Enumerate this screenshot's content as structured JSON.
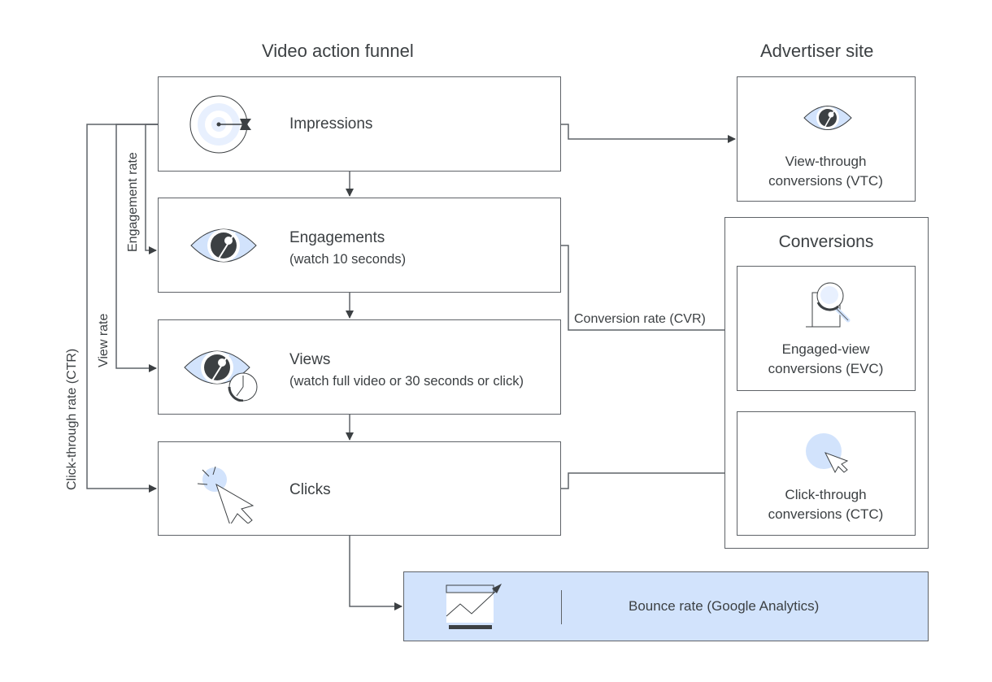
{
  "headings": {
    "funnel": "Video action funnel",
    "advertiser": "Advertiser site"
  },
  "funnel": [
    {
      "id": "impressions",
      "title": "Impressions",
      "subtitle": "",
      "icon": "target-icon"
    },
    {
      "id": "engagements",
      "title": "Engagements",
      "subtitle": "(watch 10 seconds)",
      "icon": "eye-icon"
    },
    {
      "id": "views",
      "title": "Views",
      "subtitle": "(watch full video or 30 seconds or click)",
      "icon": "eye-clock-icon"
    },
    {
      "id": "clicks",
      "title": "Clicks",
      "subtitle": "",
      "icon": "cursor-click-icon"
    }
  ],
  "rates": {
    "engagement": "Engagement rate",
    "view": "View rate",
    "ctr": "Click-through rate (CTR)",
    "cvr": "Conversion rate (CVR)"
  },
  "advertiser": {
    "vtc": {
      "line1": "View-through",
      "line2": "conversions (VTC)",
      "icon": "eye-icon"
    }
  },
  "conversions": {
    "title": "Conversions",
    "evc": {
      "line1": "Engaged-view",
      "line2": "conversions (EVC)",
      "icon": "document-magnifier-icon"
    },
    "ctc": {
      "line1": "Click-through",
      "line2": "conversions (CTC)",
      "icon": "cursor-icon"
    }
  },
  "bounce": {
    "label": "Bounce rate (Google Analytics)",
    "icon": "analytics-chart-icon"
  },
  "colors": {
    "stroke": "#5f6368",
    "text": "#3c4043",
    "accent_fill": "#d2e3fc",
    "light_fill": "#e8f0fe",
    "dark": "#3c4043"
  }
}
